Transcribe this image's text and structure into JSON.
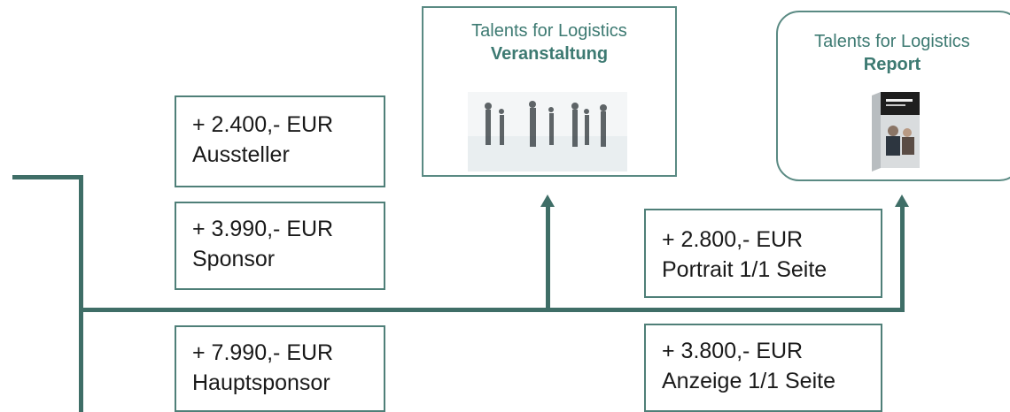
{
  "targets": {
    "event": {
      "title": "Talents for Logistics",
      "subtitle": "Veranstaltung",
      "image": "event-crowd-photo"
    },
    "report": {
      "title": "Talents for Logistics",
      "subtitle": "Report",
      "image": "report-book-cover"
    }
  },
  "packages": {
    "aussteller": {
      "price": "+ 2.400,- EUR",
      "label": "Aussteller"
    },
    "sponsor": {
      "price": "+ 3.990,- EUR",
      "label": "Sponsor"
    },
    "hauptsponsor": {
      "price": "+ 7.990,- EUR",
      "label": "Hauptsponsor"
    },
    "portrait": {
      "price": "+ 2.800,- EUR",
      "label": "Portrait 1/1 Seite"
    },
    "anzeige": {
      "price": "+ 3.800,- EUR",
      "label": "Anzeige 1/1 Seite"
    }
  },
  "colors": {
    "line": "#3f6e67",
    "accent_text": "#3d7a72"
  }
}
